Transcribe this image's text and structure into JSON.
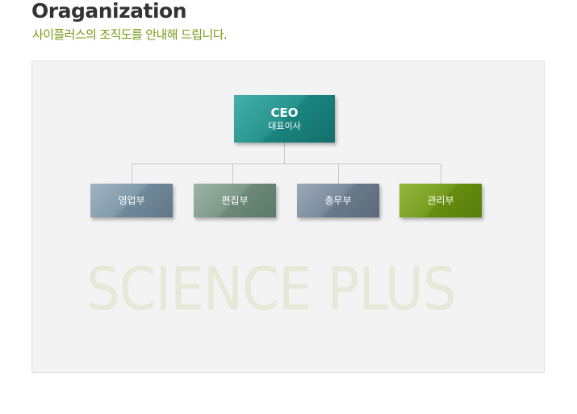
{
  "header": {
    "title": "Oraganization",
    "subtitle": "사이플러스의 조직도를 안내해 드립니다."
  },
  "org_chart": {
    "watermark": "SCIENCE PLUS",
    "ceo": {
      "title": "CEO",
      "subtitle": "대표이사"
    },
    "departments": [
      {
        "label": "영업부"
      },
      {
        "label": "편집부"
      },
      {
        "label": "총무부"
      },
      {
        "label": "관리부"
      }
    ]
  },
  "colors": {
    "title": "#333333",
    "subtitle": "#7a9a16",
    "ceo_box": "#1a8a84",
    "dept_sales": "#7690a2",
    "dept_edit": "#728f80",
    "dept_general": "#6f8092",
    "dept_admin": "#6b9410",
    "connector": "#c8c8c8",
    "panel_background": "#f3f3f3"
  }
}
